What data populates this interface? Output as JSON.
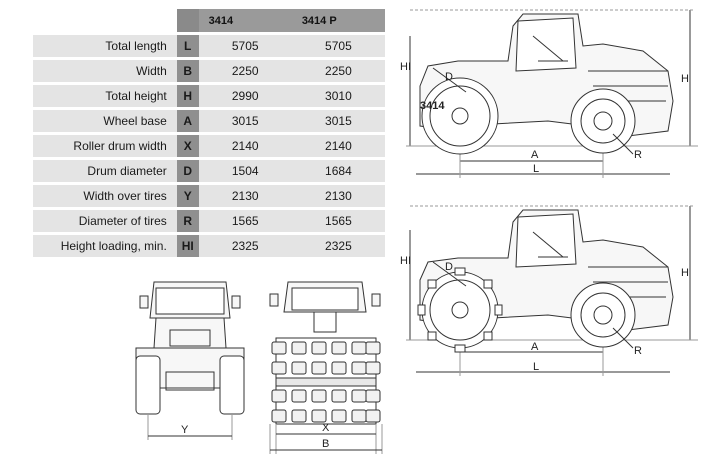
{
  "table": {
    "headers": [
      "3414",
      "3414 P"
    ],
    "rows": [
      {
        "name": "Total length",
        "letter": "L",
        "v1": "5705",
        "v2": "5705"
      },
      {
        "name": "Width",
        "letter": "B",
        "v1": "2250",
        "v2": "2250"
      },
      {
        "name": "Total height",
        "letter": "H",
        "v1": "2990",
        "v2": "3010"
      },
      {
        "name": "Wheel base",
        "letter": "A",
        "v1": "3015",
        "v2": "3015"
      },
      {
        "name": "Roller drum width",
        "letter": "X",
        "v1": "2140",
        "v2": "2140"
      },
      {
        "name": "Drum diameter",
        "letter": "D",
        "v1": "1504",
        "v2": "1684"
      },
      {
        "name": "Width over tires",
        "letter": "Y",
        "v1": "2130",
        "v2": "2130"
      },
      {
        "name": "Diameter of tires",
        "letter": "R",
        "v1": "1565",
        "v2": "1565"
      },
      {
        "name": "Height loading, min.",
        "letter": "HI",
        "v1": "2325",
        "v2": "2325"
      }
    ]
  },
  "side_view_top": {
    "label_hi": "HI",
    "label_d": "D",
    "label_h": "H",
    "label_a": "A",
    "label_l": "L",
    "label_r": "R",
    "badge": "3414"
  },
  "side_view_bottom": {
    "label_hi": "HI",
    "label_d": "D",
    "label_h": "H",
    "label_a": "A",
    "label_l": "L",
    "label_r": "R"
  },
  "rear_view": {
    "label_y": "Y"
  },
  "front_view": {
    "label_x": "X",
    "label_b": "B"
  }
}
